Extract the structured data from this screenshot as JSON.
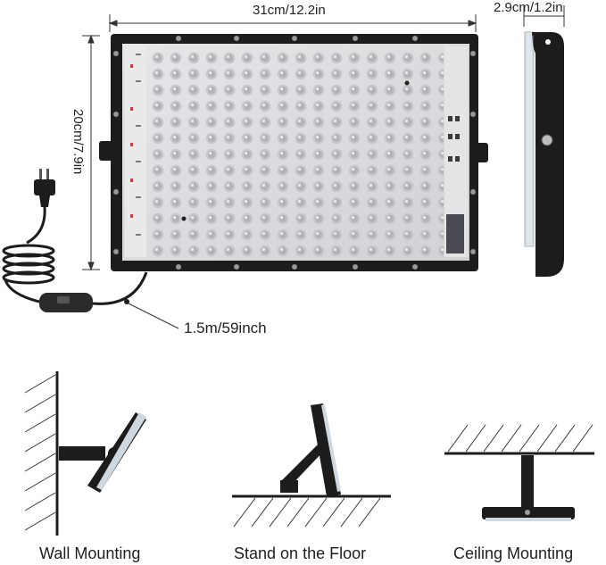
{
  "dimensions": {
    "width": "31cm/12.2in",
    "height": "20cm/7.9in",
    "depth": "2.9cm/1.2in",
    "cable": "1.5m/59inch"
  },
  "mounting": {
    "wall": "Wall Mounting",
    "floor": "Stand on the Floor",
    "ceiling": "Ceiling Mounting"
  },
  "colors": {
    "frame": "#1c1c1c",
    "panel": "#dedede",
    "led": "#b9b9bd",
    "line": "#333333"
  }
}
